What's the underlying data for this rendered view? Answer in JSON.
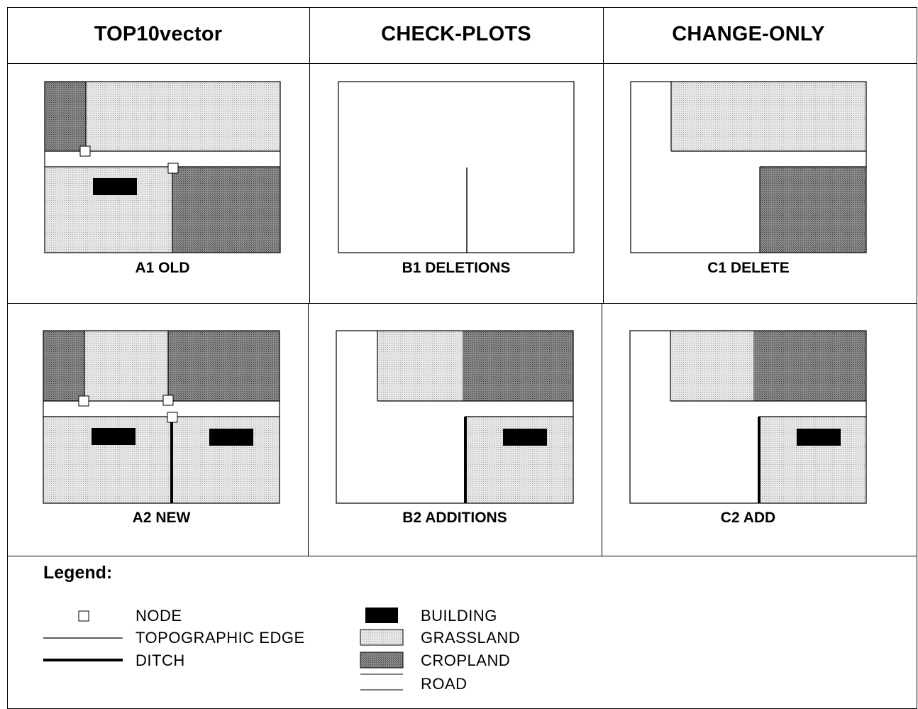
{
  "headers": [
    "TOP10vector",
    "CHECK-PLOTS",
    "CHANGE-ONLY"
  ],
  "captions": {
    "a1": "A1 OLD",
    "b1": "B1 DELETIONS",
    "c1": "C1 DELETE",
    "a2": "A2 NEW",
    "b2": "B2 ADDITIONS",
    "c2": "C2 ADD"
  },
  "legend": {
    "title": "Legend:",
    "left": [
      {
        "symbol": "node",
        "label": "NODE"
      },
      {
        "symbol": "topographic-edge",
        "label": "TOPOGRAPHIC EDGE"
      },
      {
        "symbol": "ditch",
        "label": "DITCH"
      }
    ],
    "right": [
      {
        "symbol": "building",
        "label": "BUILDING"
      },
      {
        "symbol": "grassland",
        "label": "GRASSLAND"
      },
      {
        "symbol": "cropland",
        "label": "CROPLAND"
      },
      {
        "symbol": "road",
        "label": "ROAD"
      }
    ]
  },
  "colors": {
    "grassland": "#dcdcdc",
    "cropland": "#7d7d7d",
    "building": "#000000",
    "road": "#ffffff",
    "line": "#000000"
  }
}
